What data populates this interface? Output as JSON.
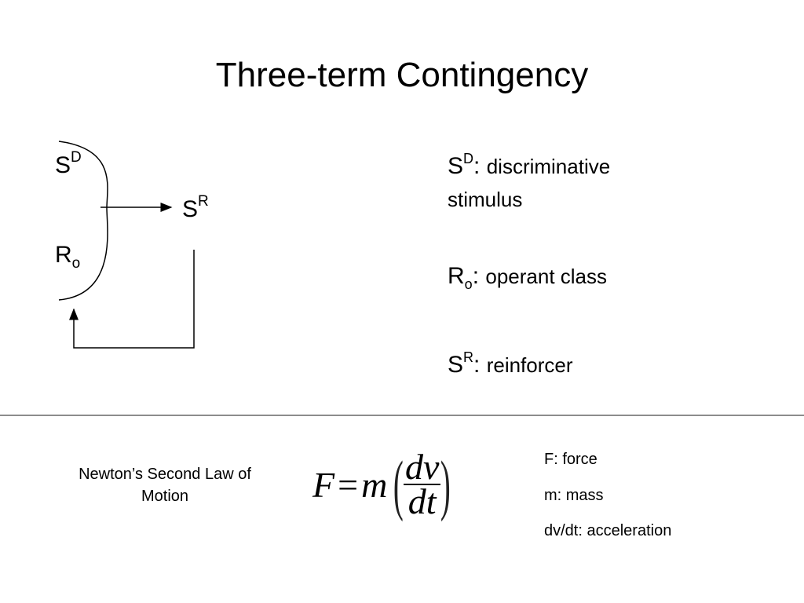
{
  "title": "Three-term Contingency",
  "diagram": {
    "sd": {
      "base": "S",
      "sup": "D"
    },
    "sr": {
      "base": "S",
      "sup": "R"
    },
    "ro": {
      "base": "R",
      "sub": "o"
    }
  },
  "definitions": {
    "sd": {
      "base": "S",
      "sup": "D",
      "colon": ":",
      "text_line1": "discriminative",
      "text_line2": "stimulus"
    },
    "ro": {
      "base": "R",
      "sub": "o",
      "colon": ":",
      "text": "operant class"
    },
    "sr": {
      "base": "S",
      "sup": "R",
      "colon": ":",
      "text": "reinforcer"
    }
  },
  "newton": {
    "label_line1": "Newton’s Second Law of",
    "label_line2": "Motion",
    "formula": {
      "F": "F",
      "eq": "=",
      "m": "m",
      "lparen": "(",
      "rparen": ")",
      "num": "dv",
      "den": "dt"
    },
    "variables": [
      "F: force",
      "m: mass",
      "dv/dt: acceleration"
    ]
  }
}
